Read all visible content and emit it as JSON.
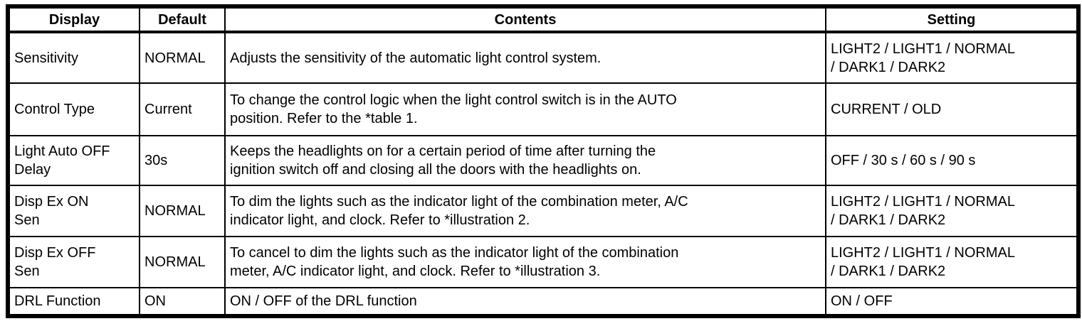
{
  "page": {
    "background_color": "#ffffff",
    "border_color": "#000000",
    "text_color": "#000000"
  },
  "table": {
    "columns": [
      {
        "label": "Display"
      },
      {
        "label": "Default"
      },
      {
        "label": "Contents"
      },
      {
        "label": "Setting"
      }
    ],
    "rows": [
      {
        "display": "Sensitivity",
        "default": "NORMAL",
        "contents": "Adjusts the sensitivity of the automatic light control system.",
        "setting": "LIGHT2 / LIGHT1 / NORMAL\n/ DARK1 / DARK2"
      },
      {
        "display": "Control Type",
        "default": "Current",
        "contents": "To change the control logic when the light control switch is in the AUTO\nposition. Refer to the *table 1.",
        "setting": "CURRENT / OLD"
      },
      {
        "display": "Light Auto OFF\nDelay",
        "default": "30s",
        "contents": "Keeps the headlights on for a certain period of time after turning the\nignition switch off and closing all the doors with the headlights on.",
        "setting": "OFF / 30 s / 60 s / 90 s"
      },
      {
        "display": "Disp Ex ON\nSen",
        "default": "NORMAL",
        "contents": "To dim the lights such as the indicator light of the combination meter, A/C\nindicator light, and clock. Refer to *illustration 2.",
        "setting": "LIGHT2 / LIGHT1 / NORMAL\n/ DARK1 / DARK2"
      },
      {
        "display": "Disp Ex OFF\nSen",
        "default": "NORMAL",
        "contents": "To cancel to dim the lights such as the indicator light of the combination\nmeter, A/C indicator light, and clock. Refer to *illustration 3.",
        "setting": "LIGHT2 / LIGHT1 / NORMAL\n/ DARK1 / DARK2"
      },
      {
        "display": "DRL Function",
        "default": "ON",
        "contents": "ON / OFF of the DRL function",
        "setting": "ON / OFF"
      }
    ]
  }
}
